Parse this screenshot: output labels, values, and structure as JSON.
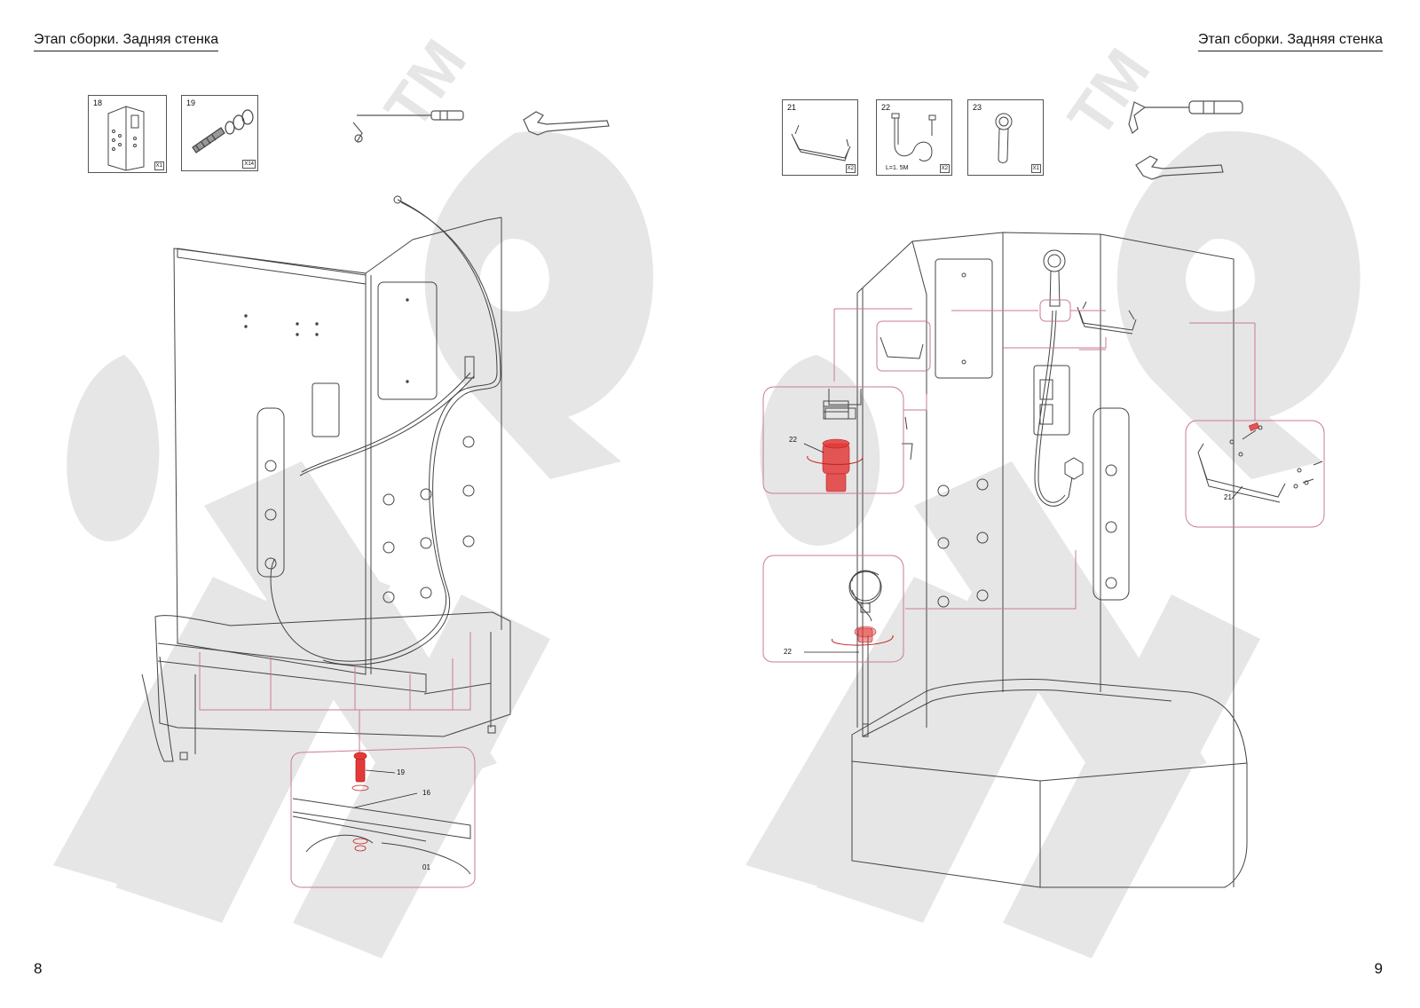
{
  "pages": [
    {
      "heading": "Этап сборки. Задняя стенка",
      "page_number": "8",
      "parts": [
        {
          "id": "18",
          "qty": "X1"
        },
        {
          "id": "19",
          "qty": "X14"
        }
      ],
      "callouts": [
        "19",
        "16",
        "01"
      ]
    },
    {
      "heading": "Этап сборки. Задняя стенка",
      "page_number": "9",
      "parts": [
        {
          "id": "21",
          "qty": "X2"
        },
        {
          "id": "22",
          "qty": "X2",
          "length": "L=1. 5M"
        },
        {
          "id": "23",
          "qty": "X1"
        }
      ],
      "callouts": [
        "22",
        "22",
        "21"
      ]
    }
  ],
  "watermark": {
    "text": "TM",
    "color": "#e6e6e6"
  },
  "colors": {
    "line": "#444444",
    "highlight": "#e23a3a",
    "leader": "#c97a9a"
  }
}
